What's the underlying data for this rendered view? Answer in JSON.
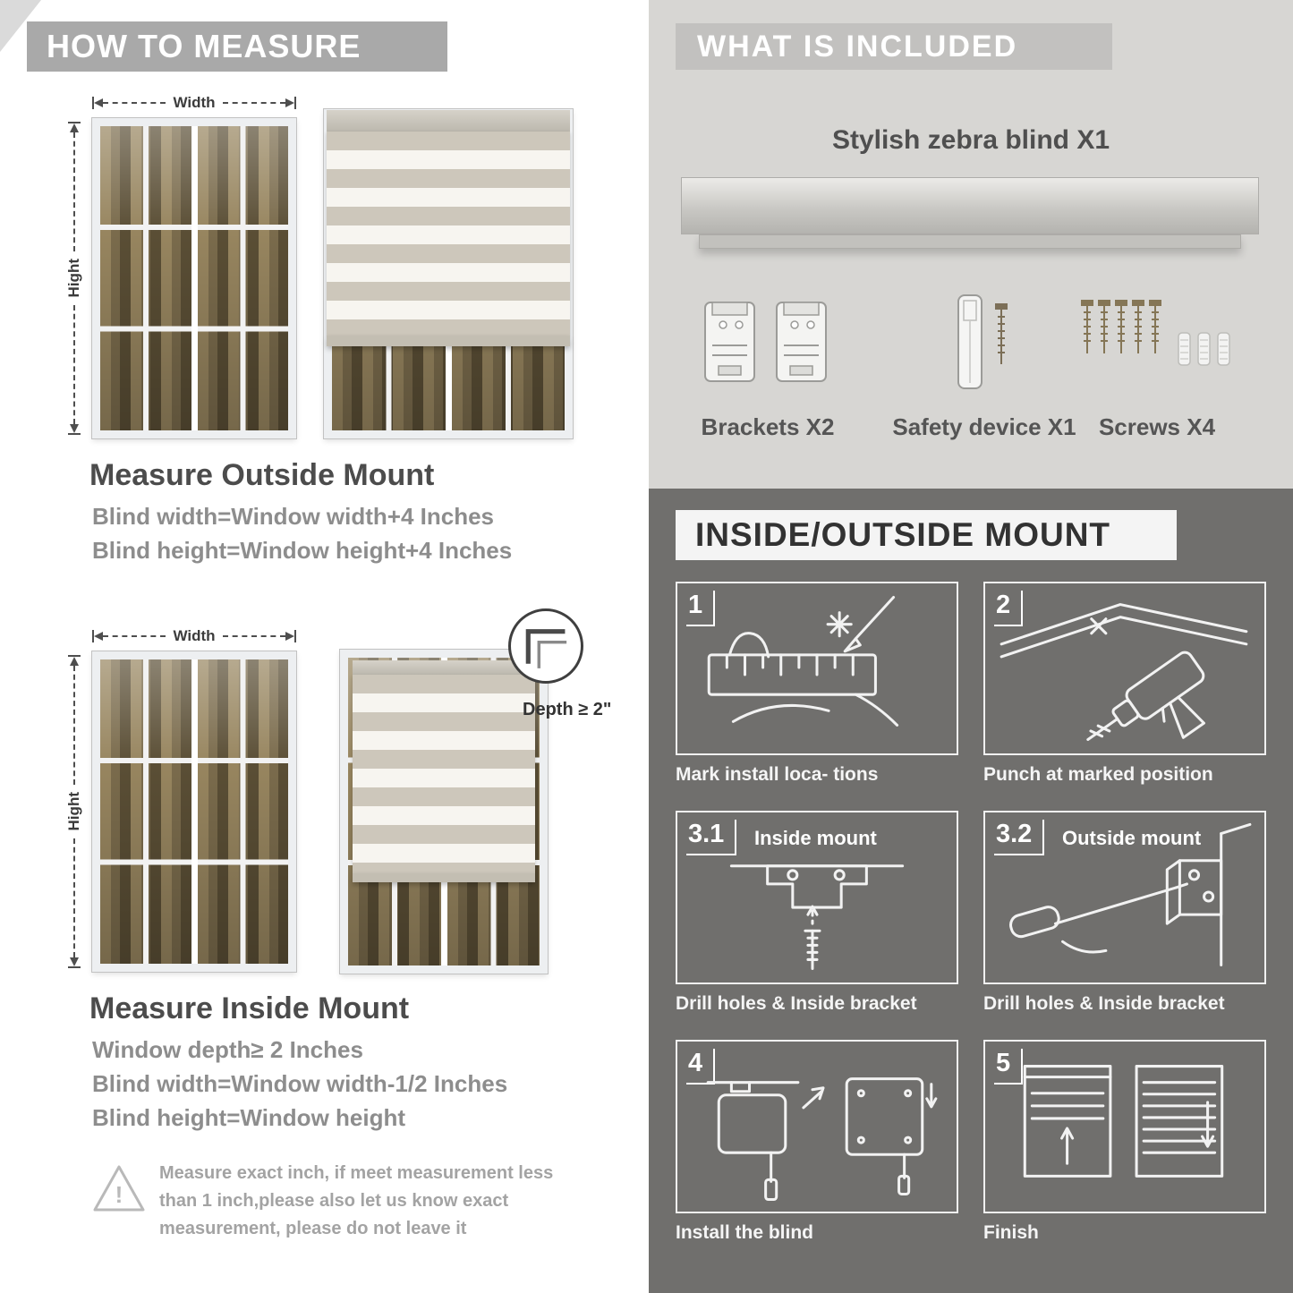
{
  "colors": {
    "header_gray": "#a9a9a9",
    "panel_light": "#d7d6d3",
    "panel_dark": "#706f6d",
    "formula_gray": "#8d8d8d"
  },
  "left": {
    "header": "HOW TO MEASURE",
    "labels": {
      "width": "Width",
      "hight": "Hight",
      "depth": "Depth ≥ 2\""
    },
    "outside": {
      "title": "Measure Outside Mount",
      "line1": "Blind width=Window width+4 Inches",
      "line2": "Blind height=Window height+4 Inches"
    },
    "inside": {
      "title": "Measure Inside Mount",
      "line1": "Window depth≥ 2 Inches",
      "line2": "Blind width=Window width-1/2 Inches",
      "line3": "Blind height=Window height"
    },
    "warning": {
      "mark": "!",
      "text": "Measure exact inch, if meet measurement less than 1 inch,please also let us know exact measurement, please do not leave it"
    }
  },
  "right": {
    "included": {
      "header": "WHAT IS INCLUDED",
      "product_title": "Stylish zebra blind X1",
      "items": [
        {
          "label": "Brackets X2"
        },
        {
          "label": "Safety device X1"
        },
        {
          "label": "Screws X4"
        }
      ]
    },
    "mount": {
      "header": "INSIDE/OUTSIDE MOUNT",
      "steps": [
        {
          "num": "1",
          "caption": "Mark install loca- tions"
        },
        {
          "num": "2",
          "caption": "Punch at  marked position"
        },
        {
          "num": "3.1",
          "label": "Inside mount",
          "caption": "Drill holes &  Inside bracket"
        },
        {
          "num": "3.2",
          "label": "Outside mount",
          "caption": "Drill holes &  Inside bracket"
        },
        {
          "num": "4",
          "caption": "Install the blind"
        },
        {
          "num": "5",
          "caption": "Finish"
        }
      ]
    }
  }
}
